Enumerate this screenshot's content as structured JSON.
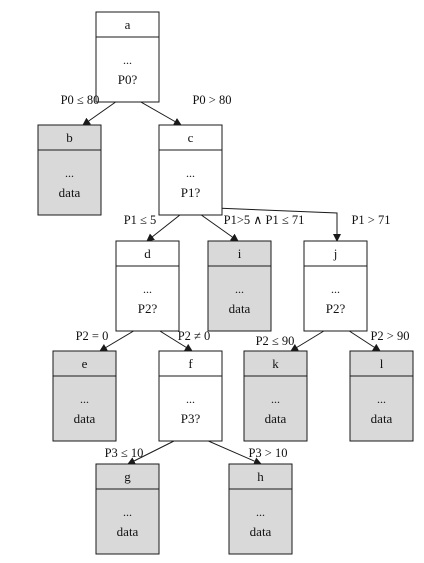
{
  "colors": {
    "internal_fill": "#ffffff",
    "leaf_fill": "#d9d9d9",
    "stroke": "#1a1a1a"
  },
  "nodes": {
    "a": {
      "title": "a",
      "dots": "...",
      "body": "P0?",
      "leaf": false
    },
    "b": {
      "title": "b",
      "dots": "...",
      "body": "data",
      "leaf": true
    },
    "c": {
      "title": "c",
      "dots": "...",
      "body": "P1?",
      "leaf": false
    },
    "d": {
      "title": "d",
      "dots": "...",
      "body": "P2?",
      "leaf": false
    },
    "i": {
      "title": "i",
      "dots": "...",
      "body": "data",
      "leaf": true
    },
    "j": {
      "title": "j",
      "dots": "...",
      "body": "P2?",
      "leaf": false
    },
    "e": {
      "title": "e",
      "dots": "...",
      "body": "data",
      "leaf": true
    },
    "f": {
      "title": "f",
      "dots": "...",
      "body": "P3?",
      "leaf": false
    },
    "k": {
      "title": "k",
      "dots": "...",
      "body": "data",
      "leaf": true
    },
    "l": {
      "title": "l",
      "dots": "...",
      "body": "data",
      "leaf": true
    },
    "g": {
      "title": "g",
      "dots": "...",
      "body": "data",
      "leaf": true
    },
    "h": {
      "title": "h",
      "dots": "...",
      "body": "data",
      "leaf": true
    }
  },
  "edges": [
    {
      "from": "a",
      "to": "b",
      "label": "P0 ≤ 80"
    },
    {
      "from": "a",
      "to": "c",
      "label": "P0 > 80"
    },
    {
      "from": "c",
      "to": "d",
      "label": "P1 ≤ 5"
    },
    {
      "from": "c",
      "to": "i",
      "label": "P1>5 ∧ P1 ≤ 71"
    },
    {
      "from": "c",
      "to": "j",
      "label": "P1 > 71"
    },
    {
      "from": "d",
      "to": "e",
      "label": "P2 = 0"
    },
    {
      "from": "d",
      "to": "f",
      "label": "P2 ≠ 0"
    },
    {
      "from": "j",
      "to": "k",
      "label": "P2 ≤ 90"
    },
    {
      "from": "j",
      "to": "l",
      "label": "P2 > 90"
    },
    {
      "from": "f",
      "to": "g",
      "label": "P3 ≤ 10"
    },
    {
      "from": "f",
      "to": "h",
      "label": "P3 > 10"
    }
  ]
}
